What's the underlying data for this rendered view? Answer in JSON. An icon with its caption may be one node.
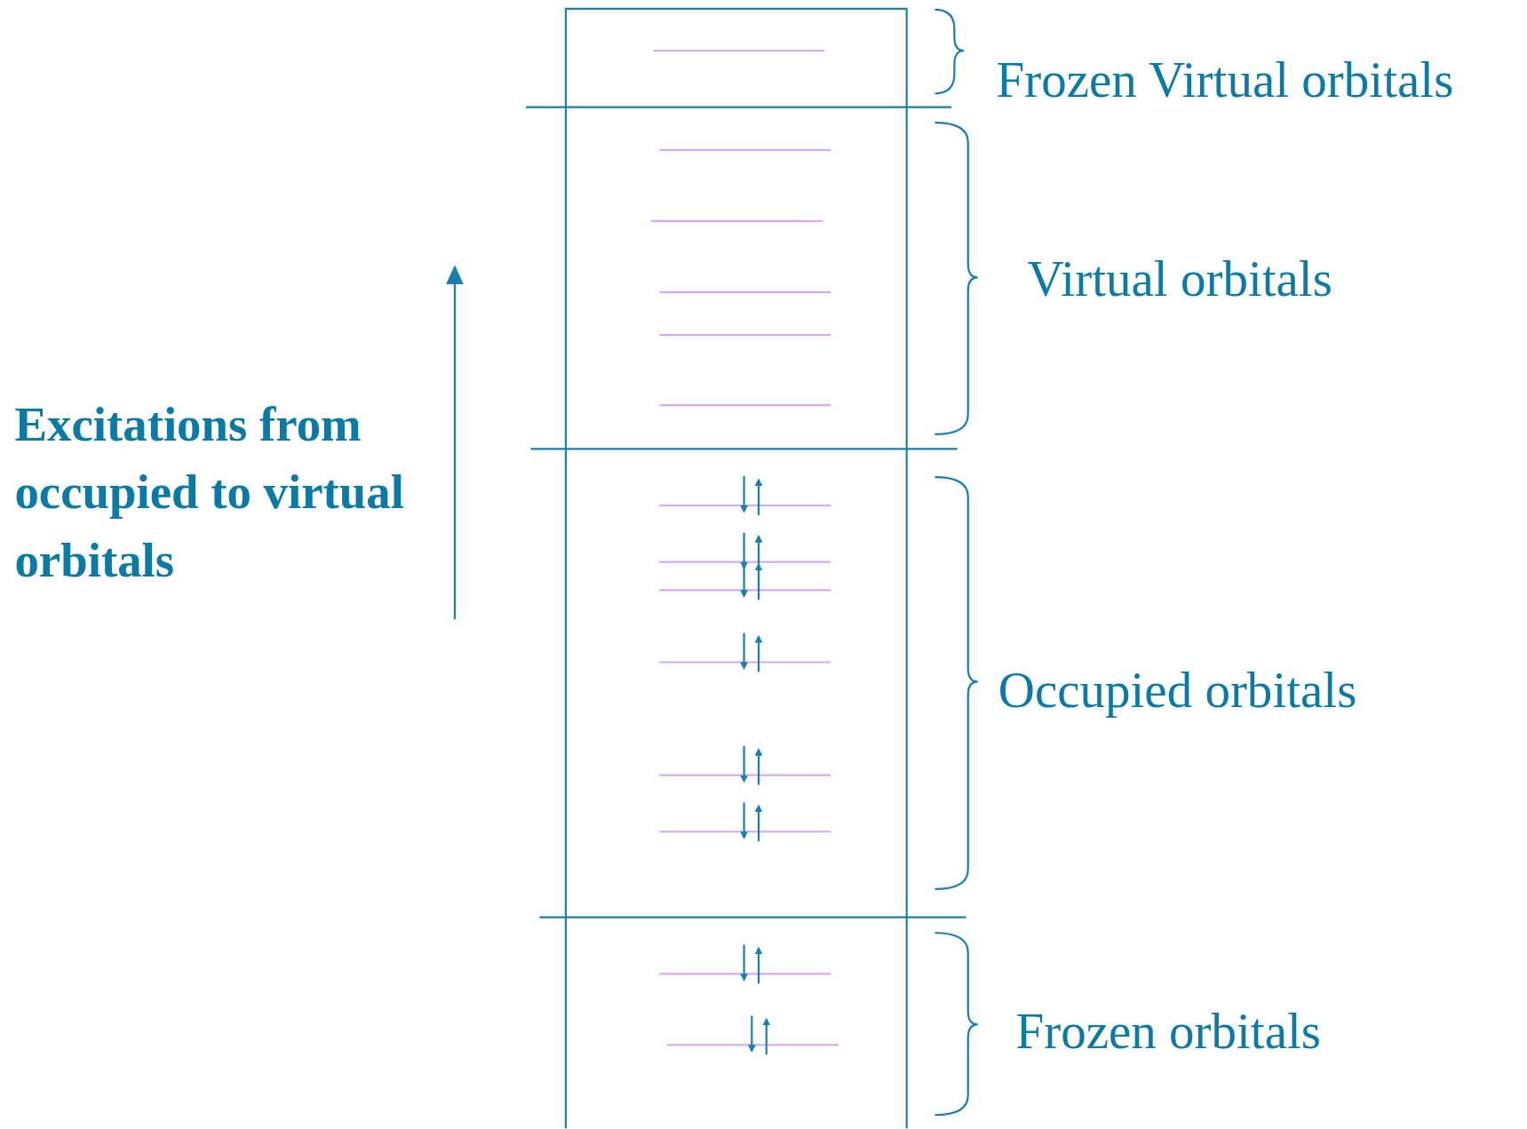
{
  "diagram": {
    "labels": [
      "Frozen Virtual orbitals",
      "Virtual orbitals",
      "Excitations from occupied to virtual orbitals",
      "Occupied orbitals",
      "Frozen orbitals"
    ]
  }
}
